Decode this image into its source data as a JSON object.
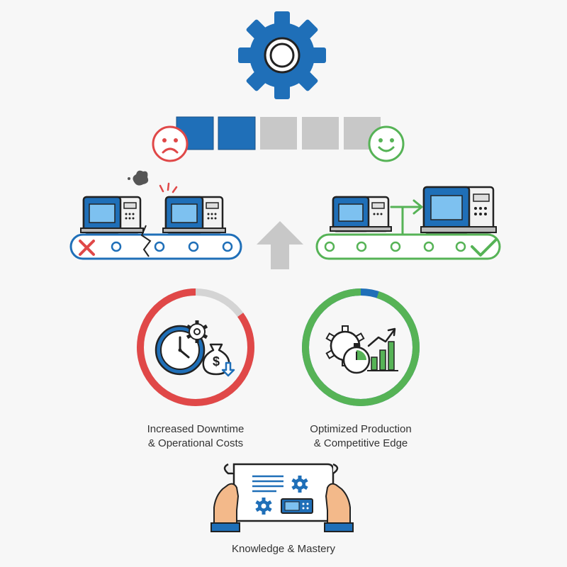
{
  "colors": {
    "blue": "#1f6fb8",
    "red": "#e04848",
    "green": "#56b356",
    "gray": "#c8c8c8",
    "dark": "#333333"
  },
  "icons": {
    "top": "gear-icon",
    "left_face": "sad-face-icon",
    "right_face": "smile-face-icon",
    "center_arrow": "up-arrow-icon"
  },
  "progress": {
    "filled_segments": 2,
    "total_segments": 5
  },
  "left_gauge": {
    "fill_fraction": 0.85,
    "color": "#e04848"
  },
  "right_gauge": {
    "fill_fraction": 0.95,
    "color": "#56b356"
  },
  "labels": {
    "downtime_line1": "Increased Downtime",
    "downtime_line2": "& Operational Costs",
    "optimized_line1": "Optimized Production",
    "optimized_line2": "& Competitive Edge",
    "knowledge": "Knowledge & Mastery"
  }
}
